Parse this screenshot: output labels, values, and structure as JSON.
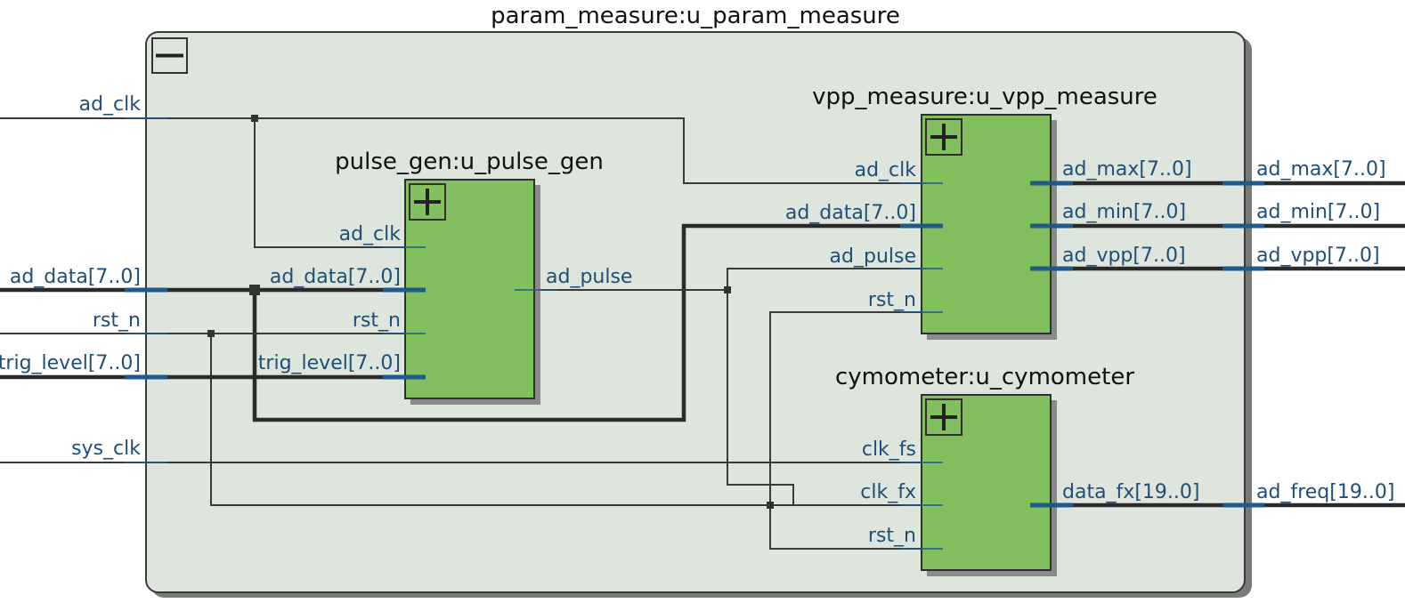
{
  "diagram_title": "param_measure:u_param_measure",
  "top_ports": {
    "ad_clk": "ad_clk",
    "ad_data": "ad_data[7..0]",
    "rst_n": "rst_n",
    "trig_level": "trig_level[7..0]",
    "sys_clk": "sys_clk",
    "ad_max": "ad_max[7..0]",
    "ad_min": "ad_min[7..0]",
    "ad_vpp": "ad_vpp[7..0]",
    "ad_freq": "ad_freq[19..0]"
  },
  "pulse_gen": {
    "title": "pulse_gen:u_pulse_gen",
    "in_ad_clk": "ad_clk",
    "in_ad_data": "ad_data[7..0]",
    "in_rst_n": "rst_n",
    "in_trig_level": "trig_level[7..0]",
    "out_ad_pulse": "ad_pulse"
  },
  "vpp_measure": {
    "title": "vpp_measure:u_vpp_measure",
    "in_ad_clk": "ad_clk",
    "in_ad_data": "ad_data[7..0]",
    "in_ad_pulse": "ad_pulse",
    "in_rst_n": "rst_n",
    "out_ad_max": "ad_max[7..0]",
    "out_ad_min": "ad_min[7..0]",
    "out_ad_vpp": "ad_vpp[7..0]"
  },
  "cymometer": {
    "title": "cymometer:u_cymometer",
    "in_clk_fs": "clk_fs",
    "in_clk_fx": "clk_fx",
    "in_rst_n": "rst_n",
    "out_data_fx": "data_fx[19..0]"
  },
  "colors": {
    "container_fill": "#dde5dc",
    "block_fill": "#82bf5e",
    "port_text": "#1f4e79"
  }
}
